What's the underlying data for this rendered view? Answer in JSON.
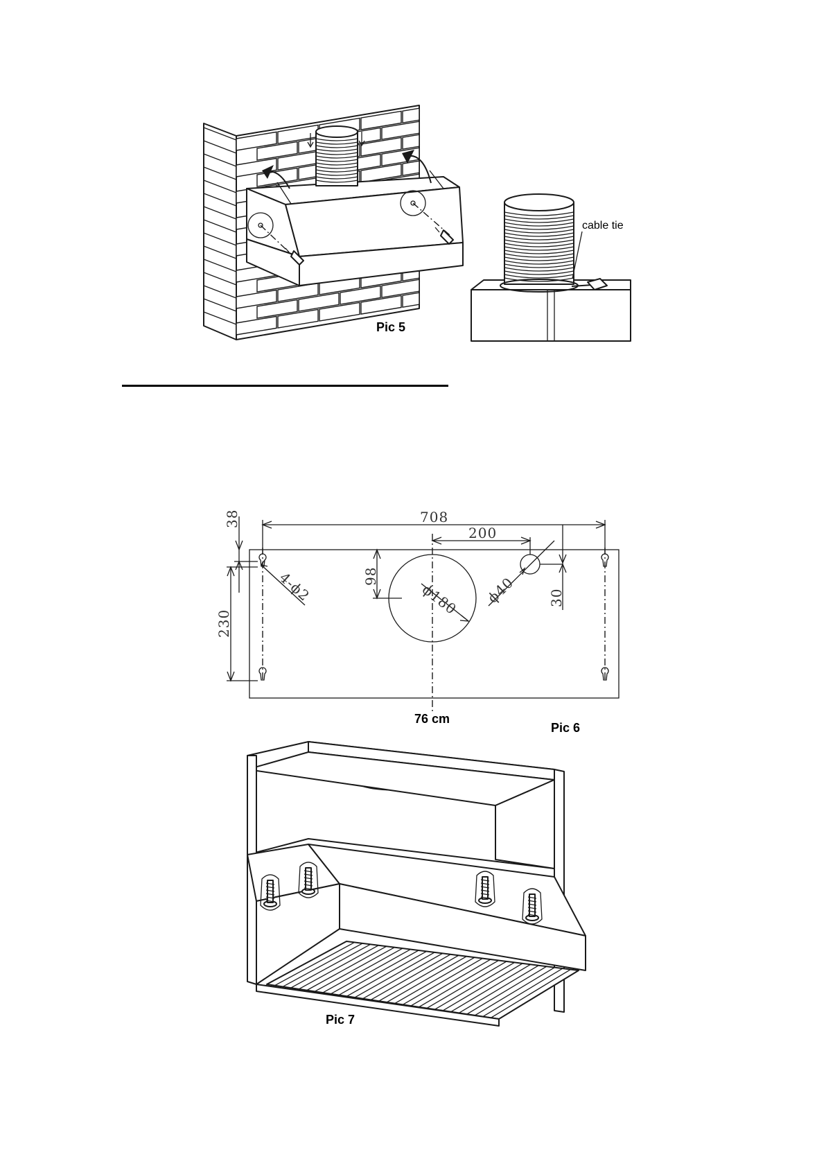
{
  "figures": [
    {
      "id": "pic5",
      "caption": "Pic 5",
      "callout": "cable tie"
    },
    {
      "id": "pic6",
      "caption": "Pic 6",
      "dimensions": {
        "width": "708",
        "offset": "200",
        "top_left": "38",
        "top_right": "30",
        "height": "98",
        "hole_span": "230",
        "small_holes": "4-ϕ2",
        "center_hole": "ϕ180",
        "side_hole": "ϕ40"
      },
      "centerline_label": "76 cm"
    },
    {
      "id": "pic7",
      "caption": "Pic 7"
    }
  ]
}
